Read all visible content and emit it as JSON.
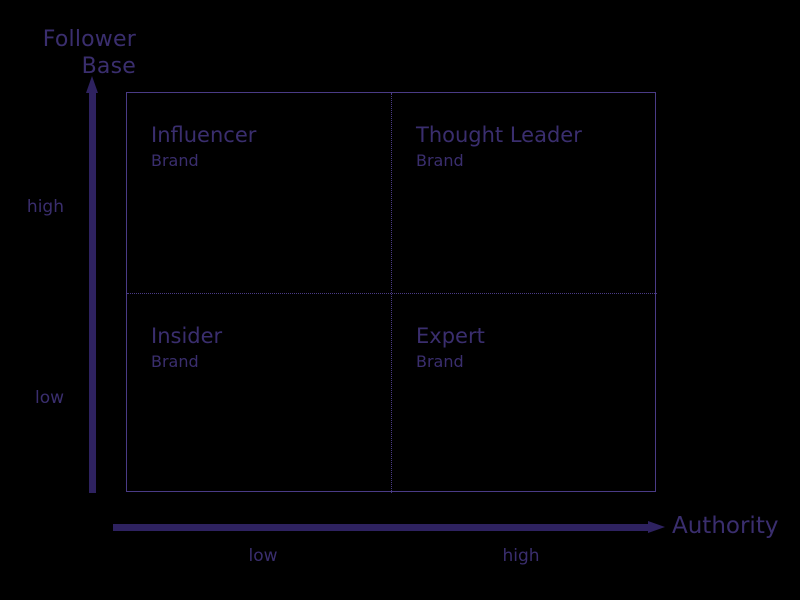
{
  "chart_data": {
    "type": "table",
    "title": "",
    "xlabel": "Authority",
    "ylabel": "Follower Base",
    "x_ticks": [
      "low",
      "high"
    ],
    "y_ticks": [
      "low",
      "high"
    ],
    "grid": "dotted-quadrant-dividers",
    "legend": "none",
    "quadrants": [
      {
        "position": "top-left",
        "x": "low",
        "y": "high",
        "title": "Influencer",
        "subtitle": "Brand"
      },
      {
        "position": "top-right",
        "x": "high",
        "y": "high",
        "title": "Thought Leader",
        "subtitle": "Brand"
      },
      {
        "position": "bottom-left",
        "x": "low",
        "y": "low",
        "title": "Insider",
        "subtitle": "Brand"
      },
      {
        "position": "bottom-right",
        "x": "high",
        "y": "low",
        "title": "Expert",
        "subtitle": "Brand"
      }
    ]
  },
  "axes": {
    "y": {
      "title_line1": "Follower",
      "title_line2": "Base",
      "tick_high": "high",
      "tick_low": "low",
      "arrow": "arrow-up-icon"
    },
    "x": {
      "title": "Authority",
      "tick_low": "low",
      "tick_high": "high",
      "arrow": "arrow-right-icon"
    }
  },
  "colors": {
    "background": "#000000",
    "text": "#3a2e6e",
    "axis_arrow": "#2e2260",
    "frame": "#4a3b86",
    "divider": "#4a3b86"
  }
}
